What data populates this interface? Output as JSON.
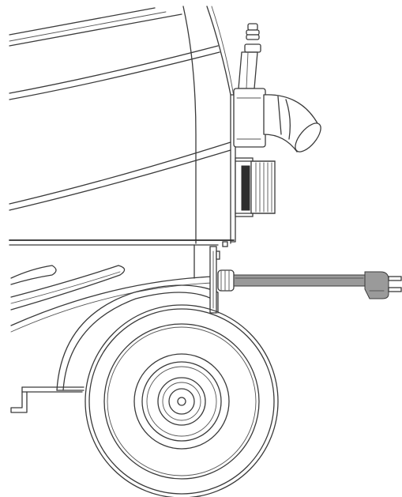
{
  "diagram": {
    "label_text": "",
    "colors": {
      "line": "#3a3a3a",
      "cord": "#9a9a9a",
      "shade": "#ececec",
      "dark": "#2e2e2e",
      "background": "#ffffff"
    },
    "icons": [
      "machine-body",
      "vacuum-inlet-elbow",
      "solution-hose-barb",
      "filter-canister",
      "power-cord",
      "power-plug",
      "rear-wheel",
      "handle-bracket"
    ]
  }
}
